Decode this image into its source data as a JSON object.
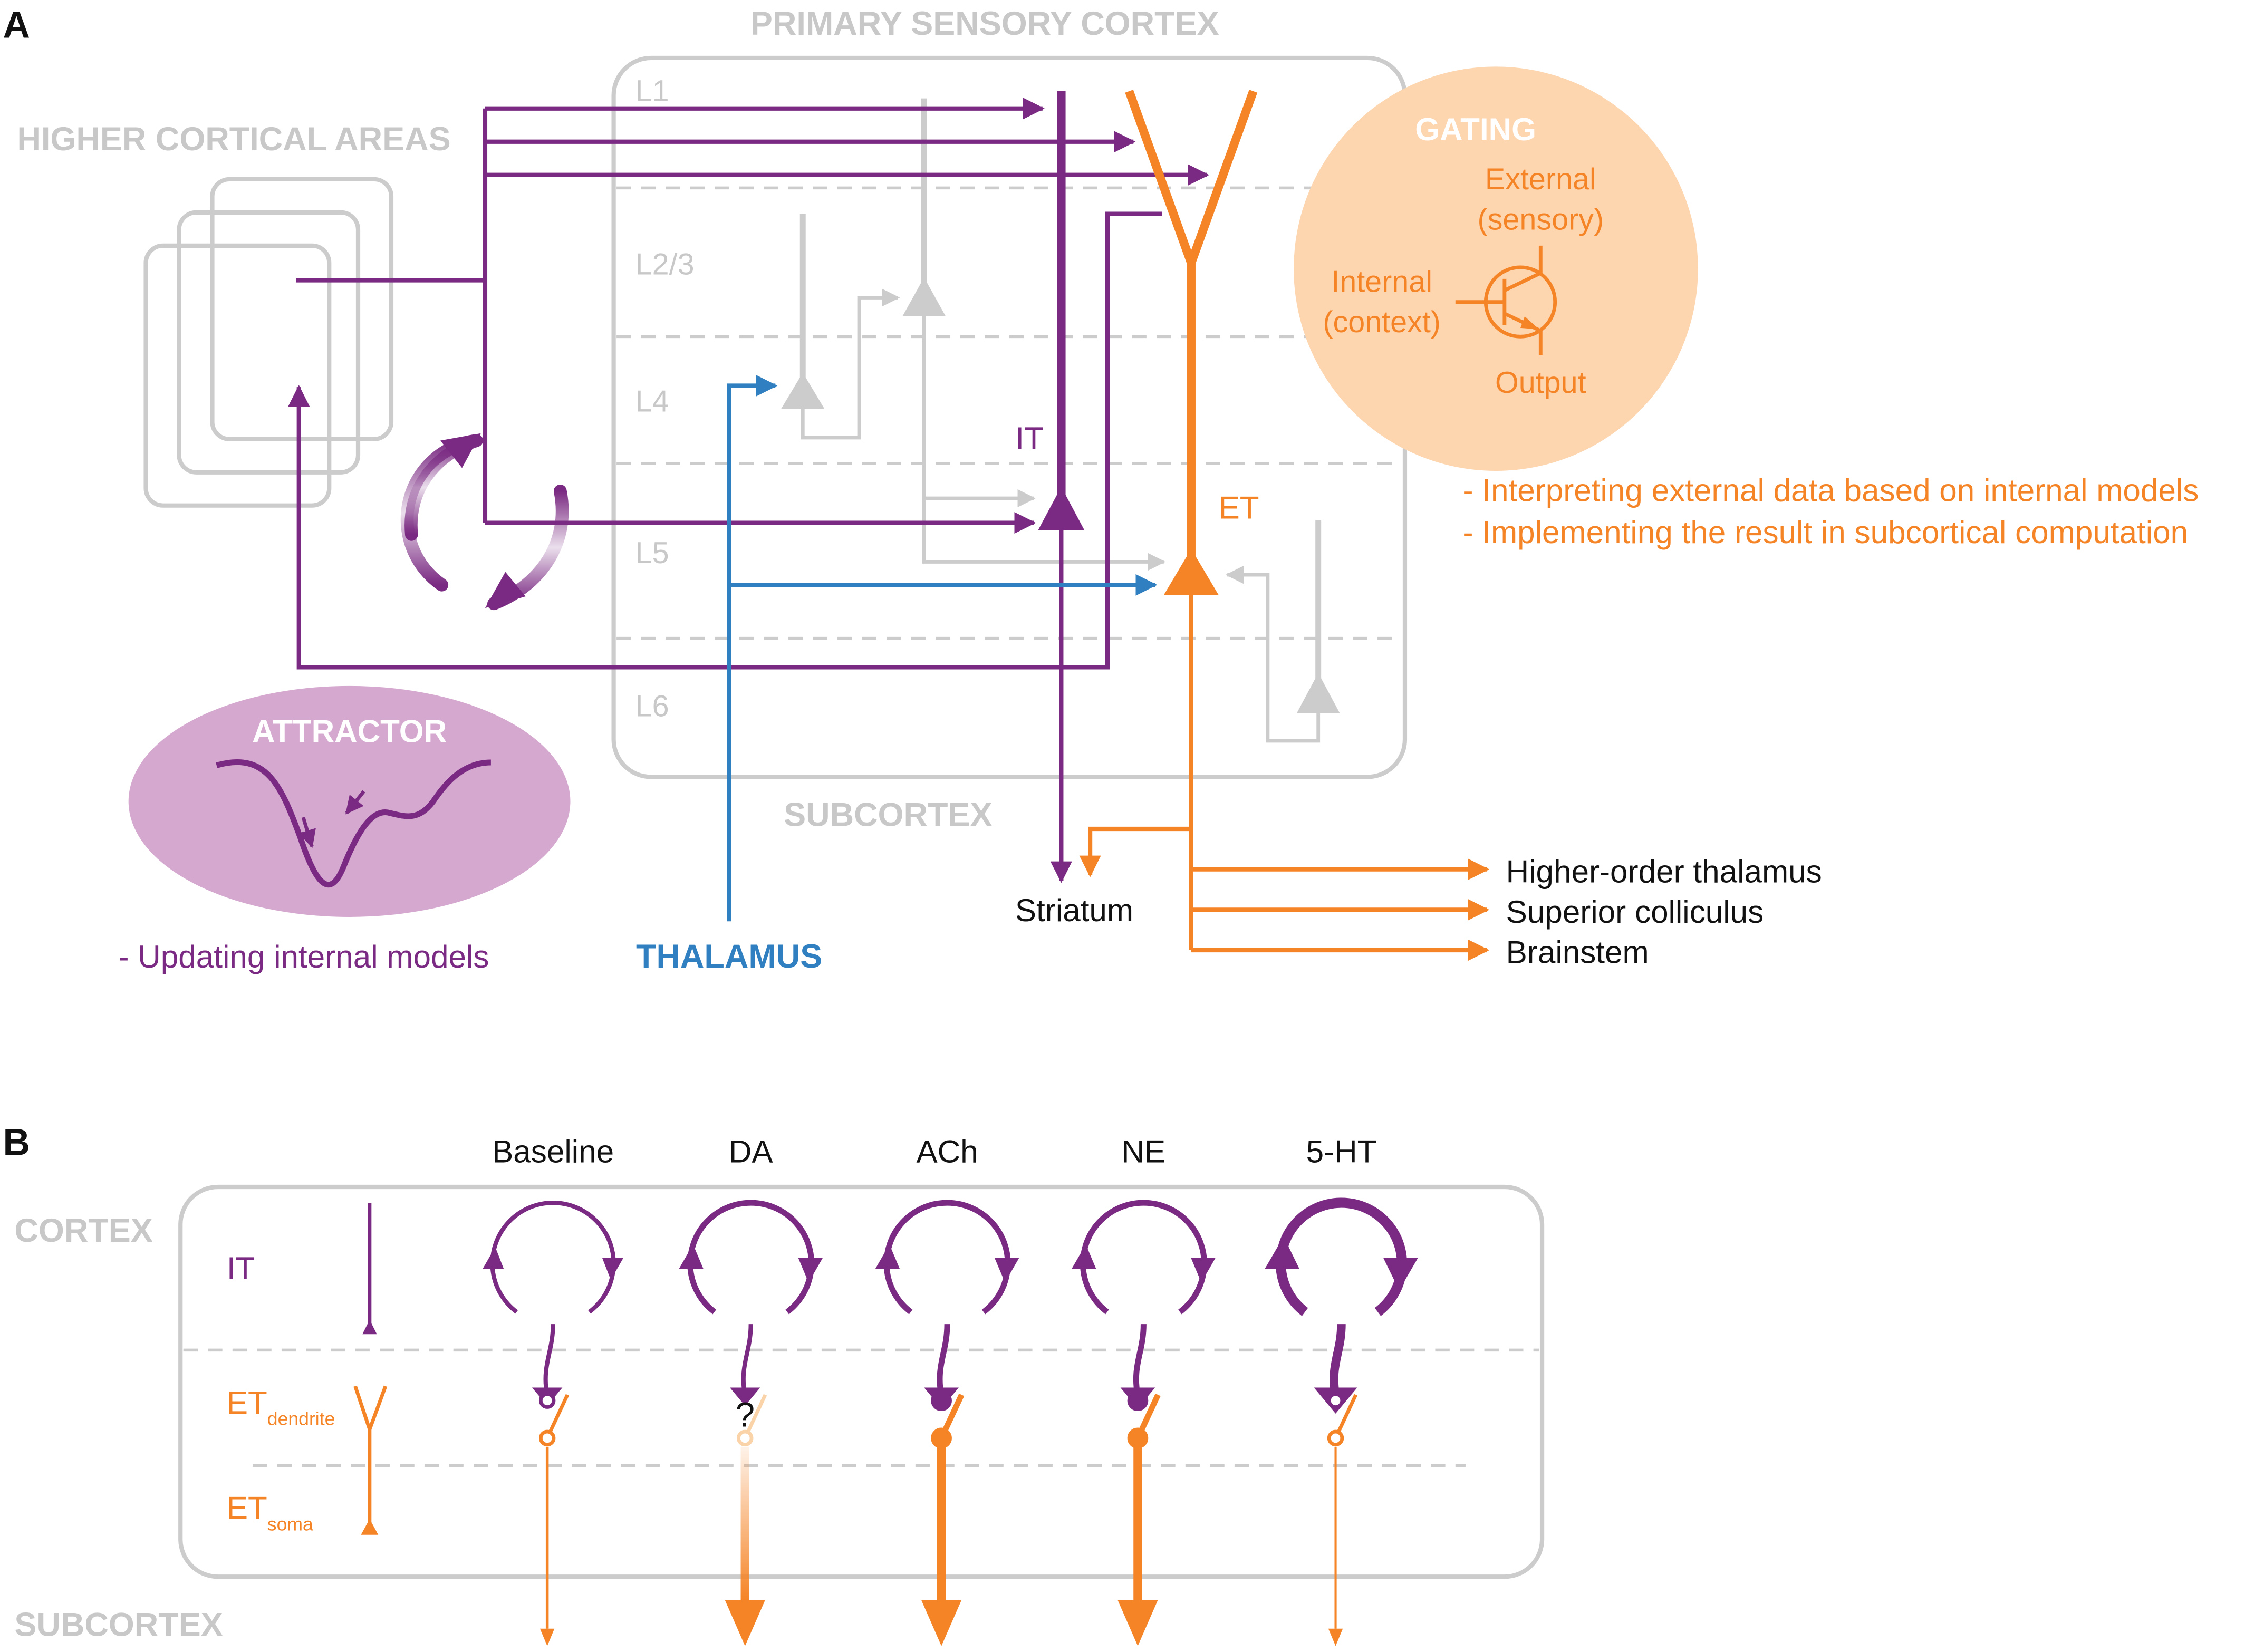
{
  "panel_a": {
    "label": "A",
    "primary_cortex_title": "PRIMARY SENSORY CORTEX",
    "higher_areas_title": "HIGHER CORTICAL AREAS",
    "subcortex_title": "SUBCORTEX",
    "layers": [
      "L1",
      "L2/3",
      "L4",
      "L5",
      "L6"
    ],
    "it_label": "IT",
    "et_label": "ET",
    "thalamus_label": "THALAMUS",
    "gating": {
      "title": "GATING",
      "external_line1": "External",
      "external_line2": "(sensory)",
      "internal_line1": "Internal",
      "internal_line2": "(context)",
      "output": "Output"
    },
    "gating_notes": [
      "- Interpreting external data based on internal models",
      "- Implementing the result in subcortical computation"
    ],
    "attractor": {
      "title": "ATTRACTOR",
      "note": "- Updating internal models"
    },
    "targets": {
      "striatum": "Striatum",
      "higher_order_thalamus": "Higher-order thalamus",
      "superior_colliculus": "Superior colliculus",
      "brainstem": "Brainstem"
    },
    "colors": {
      "purple": "#7a2a82",
      "orange": "#f58426",
      "blue": "#2f7fc1",
      "gray": "#cccccc",
      "gating_bg": "#fdd5ae",
      "attractor_bg": "#d5a8cf"
    }
  },
  "panel_b": {
    "label": "B",
    "cortex_title": "CORTEX",
    "subcortex_title": "SUBCORTEX",
    "row_it": "IT",
    "row_et_dendrite": "ET",
    "row_et_dendrite_sub": "dendrite",
    "row_et_soma": "ET",
    "row_et_soma_sub": "soma",
    "conditions": [
      {
        "name": "Baseline"
      },
      {
        "name": "DA",
        "mark": "?"
      },
      {
        "name": "ACh"
      },
      {
        "name": "NE"
      },
      {
        "name": "5-HT"
      }
    ]
  }
}
